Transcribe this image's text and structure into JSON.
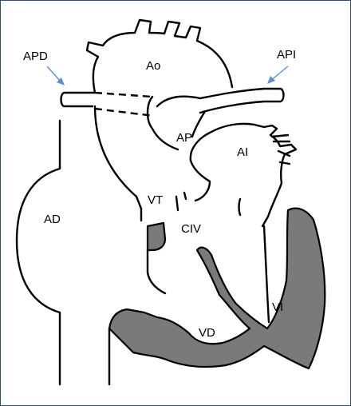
{
  "labels": {
    "apd": "APD",
    "api": "API",
    "ao": "Ao",
    "ap": "AP",
    "ai": "AI",
    "ad": "AD",
    "vt": "VT",
    "civ": "CIV",
    "vi": "VI",
    "vd": "VD"
  },
  "colors": {
    "frame_border": "#2e4d7a",
    "arrow": "#5b8fd1",
    "muscle_fill": "#7a7a7a",
    "ink": "#000000"
  }
}
